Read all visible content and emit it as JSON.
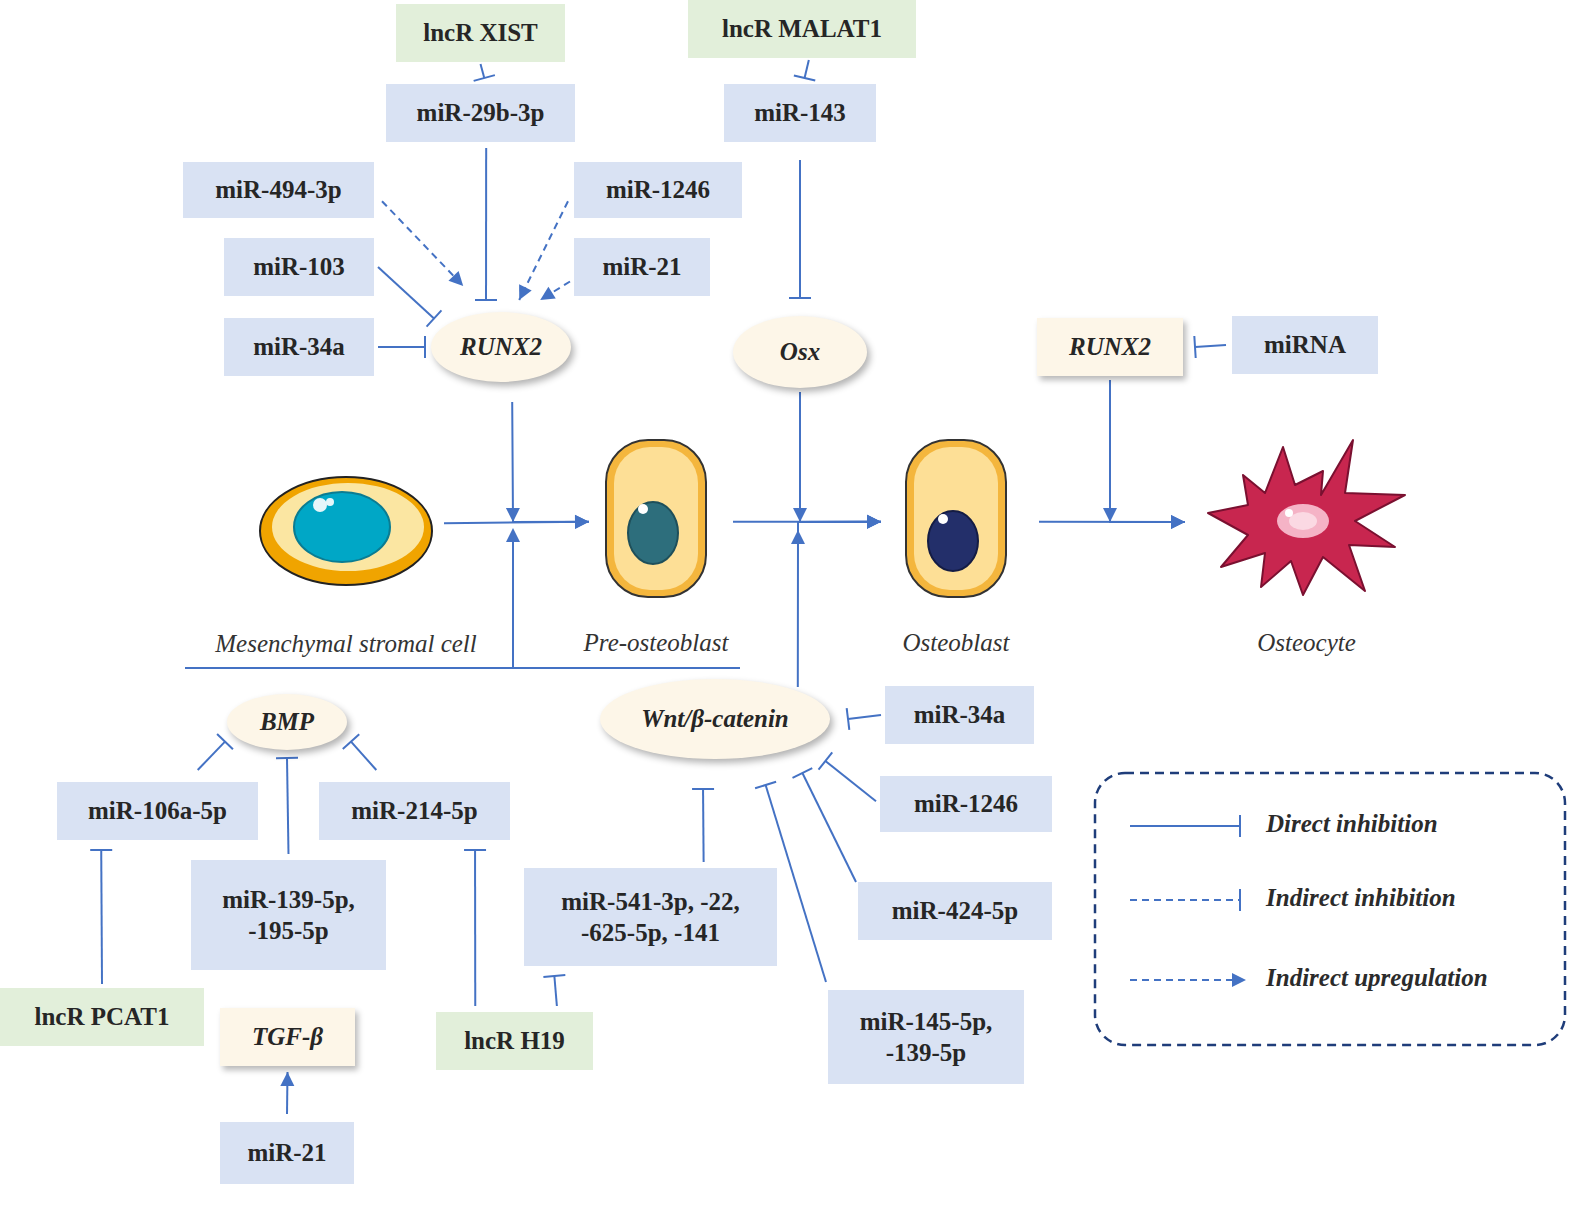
{
  "diagram": {
    "nodes": [
      {
        "text": [
          "lncR XIST"
        ]
      },
      {
        "text": [
          "lncR MALAT1"
        ]
      },
      {
        "text": [
          "miR-29b-3p"
        ]
      },
      {
        "text": [
          "miR-143"
        ]
      },
      {
        "text": [
          "miR-494-3p"
        ]
      },
      {
        "text": [
          "miR-1246"
        ]
      },
      {
        "text": [
          "miR-103"
        ]
      },
      {
        "text": [
          "miR-21"
        ]
      },
      {
        "text": [
          "miR-34a"
        ]
      },
      {
        "text": [
          "RUNX2"
        ]
      },
      {
        "text": [
          "Osx"
        ]
      },
      {
        "text": [
          "RUNX2"
        ]
      },
      {
        "text": [
          "miRNA"
        ]
      },
      {
        "text": [
          "Mesenchymal stromal cell"
        ]
      },
      {
        "text": [
          "Pre-osteoblast"
        ]
      },
      {
        "text": [
          "Osteoblast"
        ]
      },
      {
        "text": [
          "Osteocyte"
        ]
      },
      {
        "text": [
          "BMP"
        ]
      },
      {
        "text": [
          "Wnt/β-catenin"
        ]
      },
      {
        "text": [
          "miR-34a"
        ]
      },
      {
        "text": [
          "miR-106a-5p"
        ]
      },
      {
        "text": [
          "miR-214-5p"
        ]
      },
      {
        "text": [
          "miR-1246"
        ]
      },
      {
        "text": [
          "miR-139-5p, -195-5p"
        ]
      },
      {
        "text": [
          "miR-541-3p, -22, -625-5p, -141"
        ]
      },
      {
        "text": [
          "miR-424-5p"
        ]
      },
      {
        "text": [
          "lncR PCAT1"
        ]
      },
      {
        "text": [
          "TGF-β"
        ]
      },
      {
        "text": [
          "lncR H19"
        ]
      },
      {
        "text": [
          "miR-145-5p, -139-5p"
        ]
      },
      {
        "text": [
          "miR-21"
        ]
      }
    ],
    "edges": [
      {
        "from": 0,
        "to": 2,
        "arrow": "to"
      },
      {
        "from": 1,
        "to": 3,
        "arrow": "to"
      },
      {
        "from": 2,
        "to": 9,
        "arrow": "to"
      },
      {
        "from": 3,
        "to": 10,
        "arrow": "to"
      },
      {
        "from": 4,
        "to": 9,
        "arrow": "to"
      },
      {
        "from": 5,
        "to": 9,
        "arrow": "to"
      },
      {
        "from": 6,
        "to": 9,
        "arrow": "to"
      },
      {
        "from": 7,
        "to": 9,
        "arrow": "to"
      },
      {
        "from": 8,
        "to": 9,
        "arrow": "to"
      },
      {
        "from": 12,
        "to": 11,
        "arrow": "to"
      },
      {
        "from": 9,
        "to": 14,
        "arrow": "to"
      },
      {
        "from": 13,
        "to": 14,
        "arrow": "to"
      },
      {
        "from": 10,
        "to": 15,
        "arrow": "to"
      },
      {
        "from": 14,
        "to": 15,
        "arrow": "to"
      },
      {
        "from": 11,
        "to": 16,
        "arrow": "to"
      },
      {
        "from": 15,
        "to": 16,
        "arrow": "to"
      },
      {
        "from": 18,
        "to": 15,
        "arrow": "to"
      },
      {
        "from": 19,
        "to": 18,
        "arrow": "to"
      },
      {
        "from": 20,
        "to": 17,
        "arrow": "to"
      },
      {
        "from": 23,
        "to": 17,
        "arrow": "to"
      },
      {
        "from": 21,
        "to": 17,
        "arrow": "to"
      },
      {
        "from": 22,
        "to": 18,
        "arrow": "to"
      },
      {
        "from": 24,
        "to": 18,
        "arrow": "to"
      },
      {
        "from": 25,
        "to": 18,
        "arrow": "to"
      },
      {
        "from": 29,
        "to": 18,
        "arrow": "to"
      },
      {
        "from": 26,
        "to": 20,
        "arrow": "to"
      },
      {
        "from": 28,
        "to": 21,
        "arrow": "to"
      },
      {
        "from": 28,
        "to": 24,
        "arrow": "to"
      },
      {
        "from": 30,
        "to": 27,
        "arrow": "to"
      }
    ],
    "legend": [
      {
        "text": "Direct inhibition"
      },
      {
        "text": "Indirect inhibition"
      },
      {
        "text": "Indirect upregulation"
      }
    ]
  }
}
